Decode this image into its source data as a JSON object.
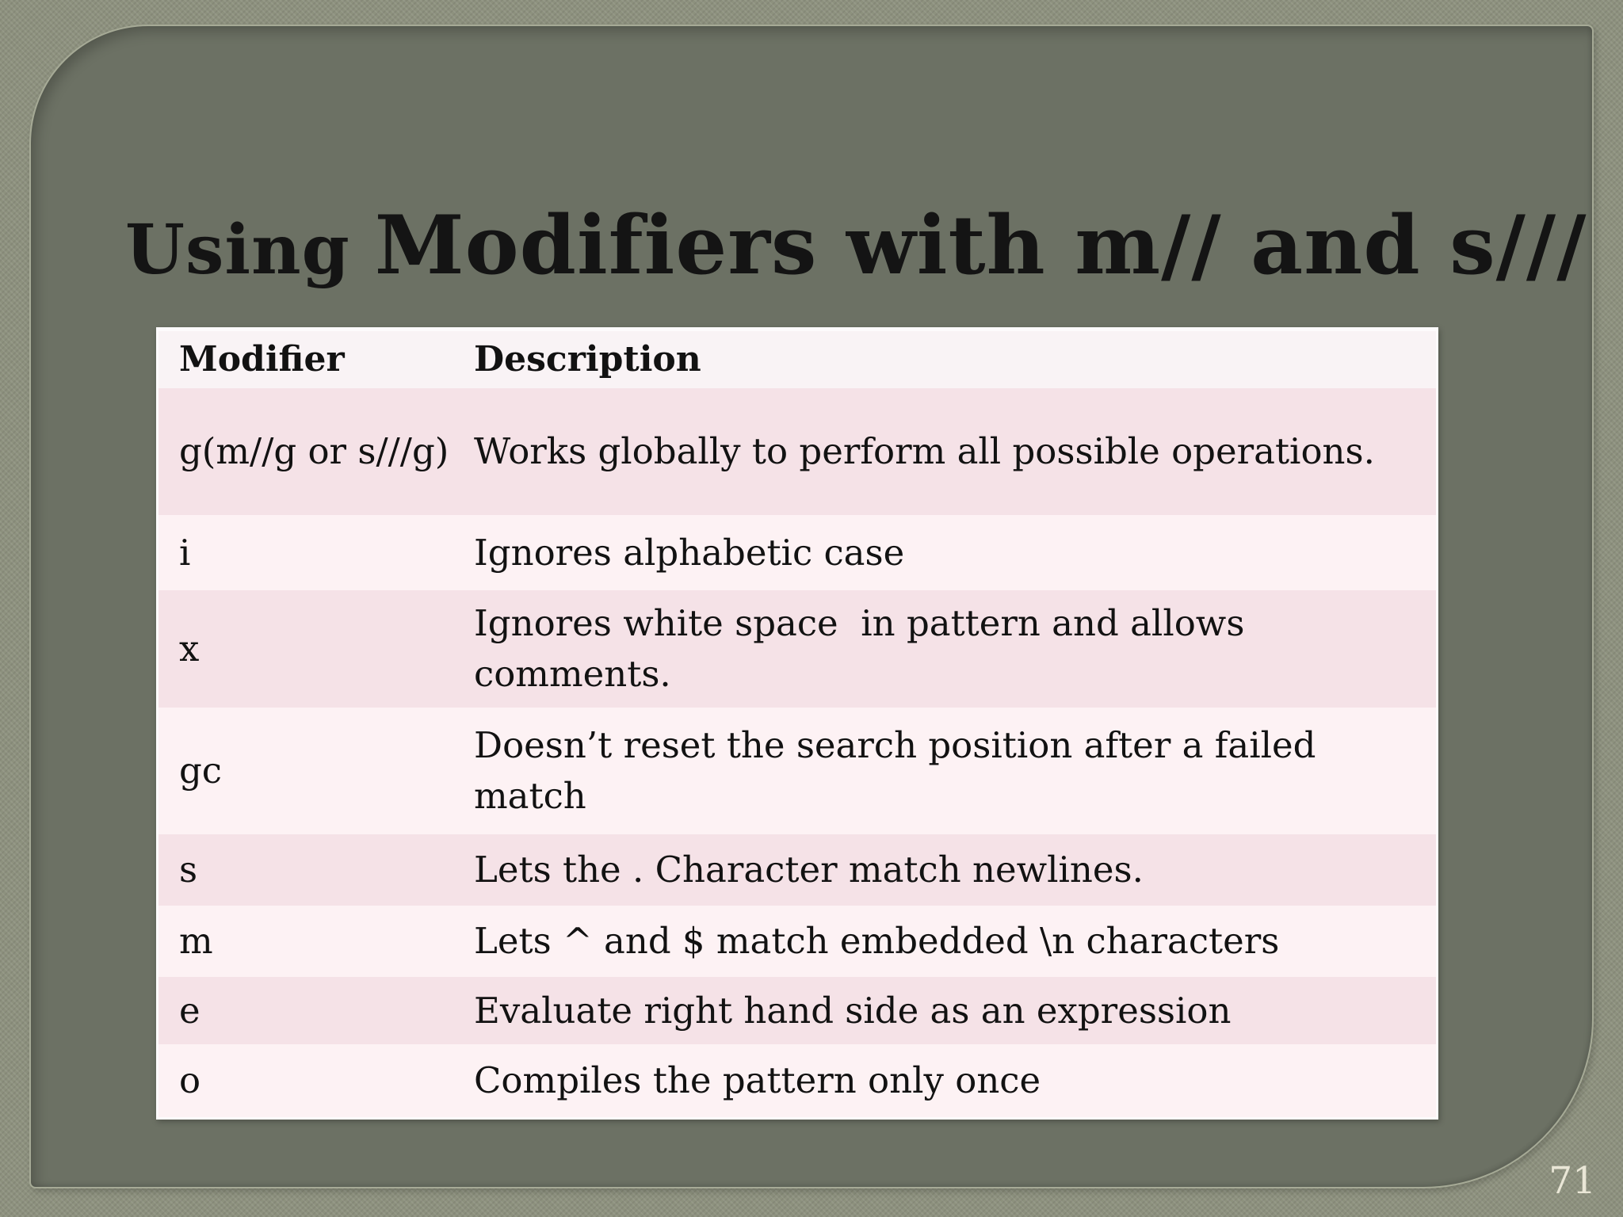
{
  "slide": {
    "title_small": "Using ",
    "title_large": "Modifiers with m// and s///",
    "page_number": "71"
  },
  "table": {
    "headers": [
      "Modifier",
      "Description"
    ],
    "rows": [
      {
        "modifier": "g(m//g or s///g)",
        "description": "Works globally to perform all possible operations."
      },
      {
        "modifier": "i",
        "description": "Ignores alphabetic case"
      },
      {
        "modifier": "x",
        "description": "Ignores white space  in pattern and allows comments."
      },
      {
        "modifier": "gc",
        "description": "Doesn’t reset the search position after a failed match"
      },
      {
        "modifier": "s",
        "description": "Lets the . Character match newlines."
      },
      {
        "modifier": "m",
        "description": "Lets ^ and $ match embedded \\n characters"
      },
      {
        "modifier": "e",
        "description": "Evaluate right hand side as an expression"
      },
      {
        "modifier": "o",
        "description": "Compiles the pattern only once"
      }
    ]
  },
  "colors": {
    "border_texture": "#8d917e",
    "panel_background": "#6c7164",
    "row_light": "#fdf2f4",
    "row_pink": "#f5e2e7",
    "header_row": "#f9f3f5",
    "title_text": "#141414",
    "page_number_text": "#e9e6d6"
  }
}
